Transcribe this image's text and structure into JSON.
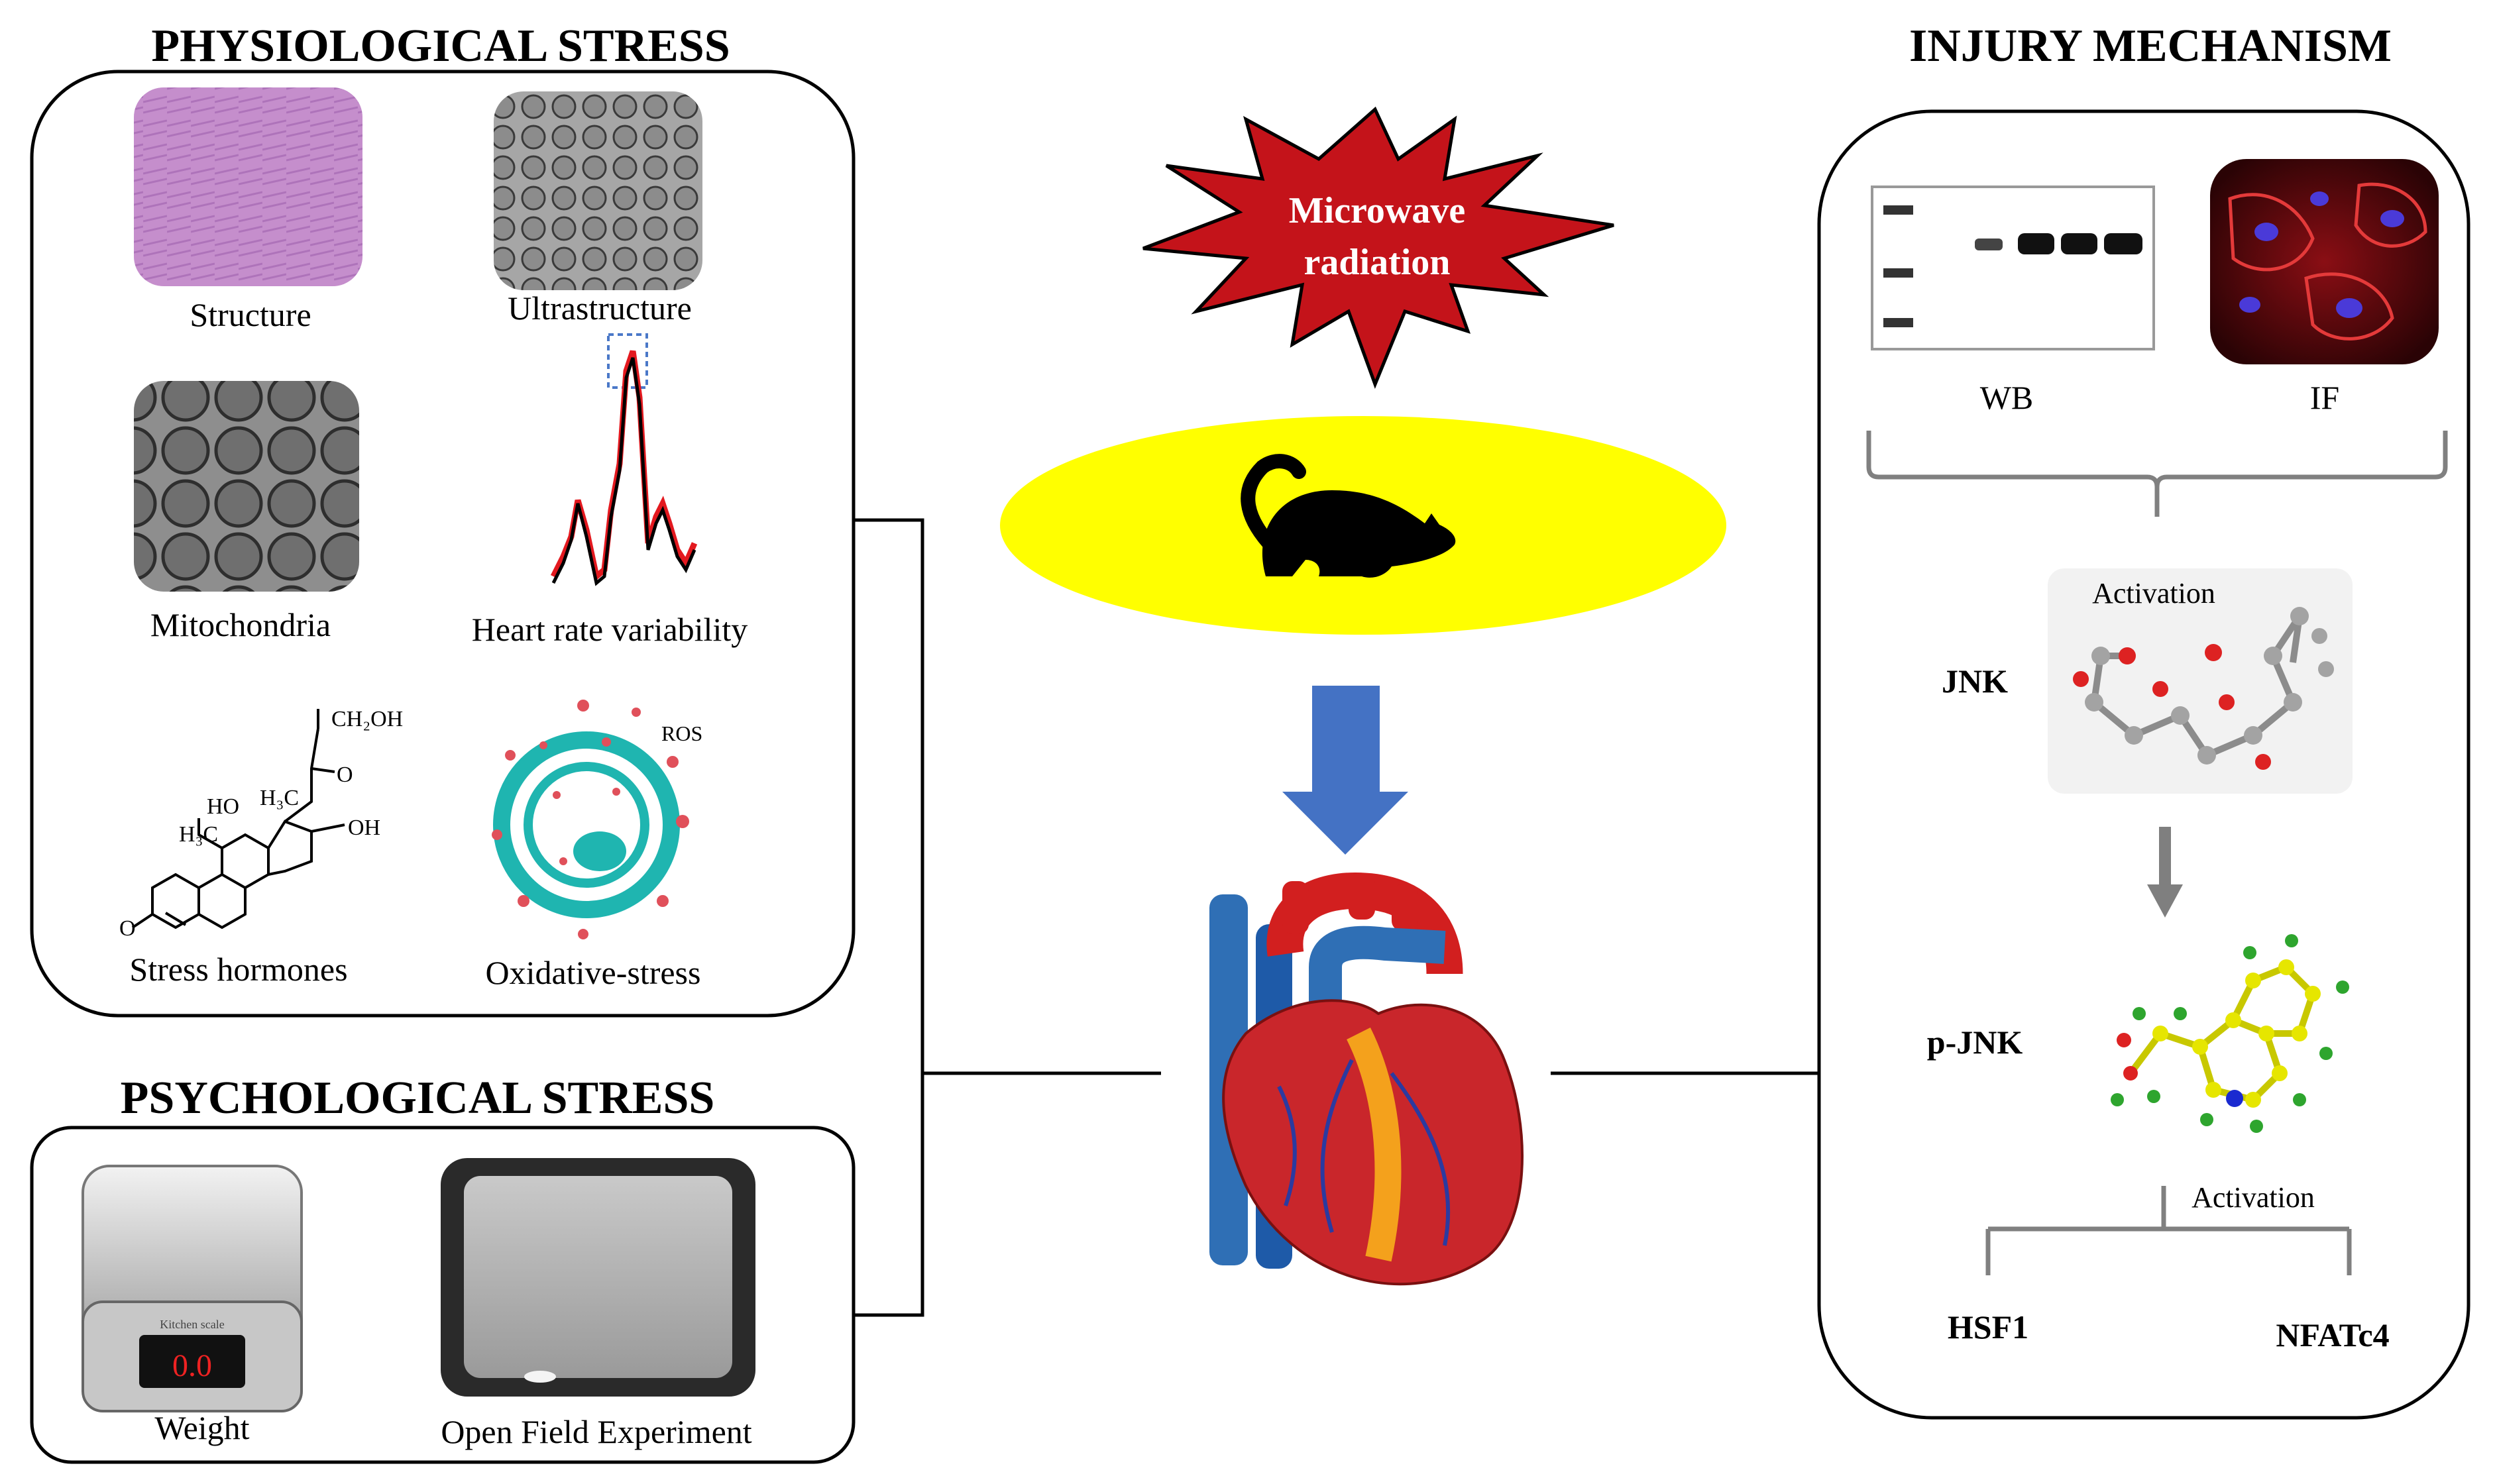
{
  "left_top": {
    "heading": "PHYSIOLOGICAL STRESS",
    "items": [
      {
        "label": "Structure"
      },
      {
        "label": "Ultrastructure"
      },
      {
        "label": "Mitochondria"
      },
      {
        "label": "Heart rate variability"
      },
      {
        "label": "Stress hormones"
      },
      {
        "label": "Oxidative-stress"
      }
    ],
    "hormone_labels": {
      "ch2oh": "CH₂OH",
      "o1": "O",
      "oh": "OH",
      "h3c_a": "H₃C",
      "h3c_b": "H₃C",
      "o2": "HO",
      "o3": "O"
    },
    "ros": "ROS"
  },
  "left_bottom": {
    "heading": "PSYCHOLOGICAL STRESS",
    "items": [
      {
        "label": "Weight"
      },
      {
        "label": "Open Field Experiment"
      }
    ],
    "scale_display": "0.0",
    "scale_brand": "Kitchen scale"
  },
  "center": {
    "burst_text_1": "Microwave",
    "burst_text_2": "radiation"
  },
  "right": {
    "heading": "INJURY MECHANISM",
    "wb_label": "WB",
    "if_label": "IF",
    "activation_1": "Activation",
    "jnk": "JNK",
    "pjnk": "p-JNK",
    "activation_2": "Activation",
    "hsf1": "HSF1",
    "nfatc4": "NFATc4"
  },
  "colors": {
    "burst": "#c4131a",
    "ellipse": "#ffff00",
    "arrow_blue": "#4472c4",
    "he_pink": "#c990c9",
    "teal": "#1fb5b0",
    "ros_red": "#e0505a"
  }
}
